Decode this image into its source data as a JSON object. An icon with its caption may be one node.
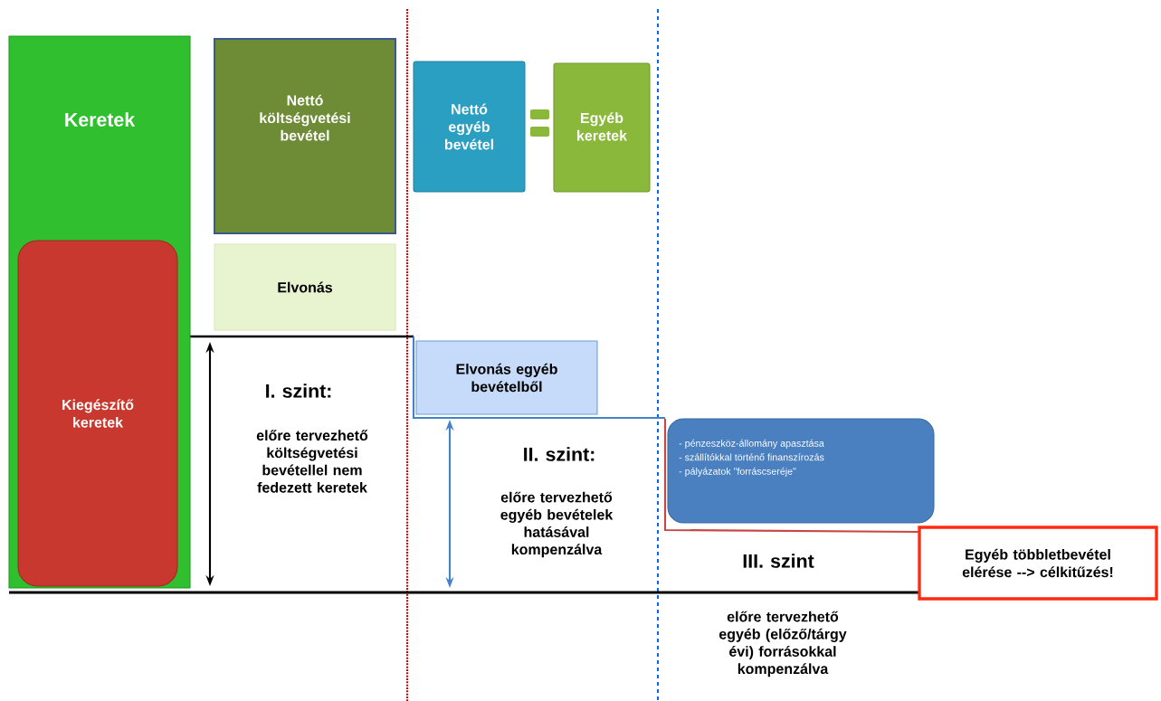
{
  "diagram": {
    "nodes": [
      {
        "text": [
          "Keretek"
        ]
      },
      {
        "text": [
          "Kiegészítő keretek"
        ],
        "in": 0
      },
      {
        "text": [
          "Nettó költségvetési bevétel"
        ]
      },
      {
        "text": [
          "Elvonás"
        ]
      },
      {
        "text": [
          "Nettó egyéb bevétel"
        ]
      },
      {
        "text": [
          "Egyéb keretek"
        ]
      },
      {
        "text": [
          "Elvonás egyéb bevételből"
        ]
      },
      {
        "text": [
          "- pénzeszköz-állomány apasztása",
          "- szállítókkal történő finanszírozás",
          "- pályázatok \"forráscseréje\""
        ]
      },
      {
        "text": [
          "Egyéb többletbevétel elérése --> célkitűzés!"
        ]
      }
    ],
    "labels": [
      "I. szint:",
      "előre tervezhető költségvetési bevétellel nem fedezett keretek",
      "II. szint:",
      "előre tervezhető egyéb bevételek hatásával kompenzálva",
      "III. szint",
      "előre tervezhető egyéb (előző/tárgy évi) forrásokkal kompenzálva"
    ]
  }
}
